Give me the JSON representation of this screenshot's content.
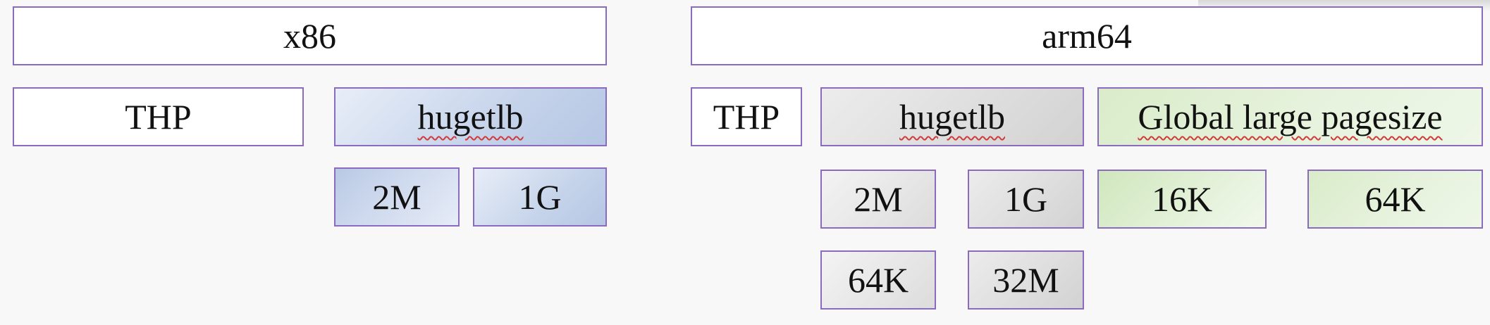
{
  "x86": {
    "title": "x86",
    "thp": "THP",
    "hugetlb": "hugetlb",
    "hugetlb_sizes": [
      "2M",
      "1G"
    ]
  },
  "arm64": {
    "title": "arm64",
    "thp": "THP",
    "hugetlb": "hugetlb",
    "hugetlb_sizes": [
      "2M",
      "1G",
      "64K",
      "32M"
    ],
    "global_large_pagesize": "Global large pagesize",
    "global_sizes": [
      "16K",
      "64K"
    ]
  },
  "colors": {
    "border": "#8a6bc0",
    "x86_hugetlb_fill": "#c5d3ea",
    "arm64_hugetlb_fill": "#dedede",
    "global_fill": "#e3f1d8",
    "spellcheck_underline": "#d23b3b"
  }
}
